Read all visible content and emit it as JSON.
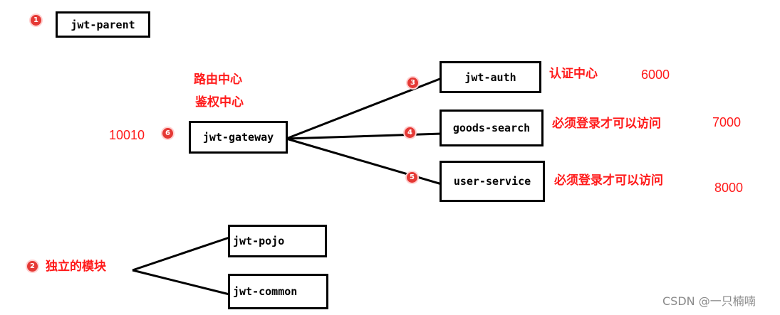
{
  "nodes": {
    "parent": "jwt-parent",
    "gateway": "jwt-gateway",
    "auth": "jwt-auth",
    "search": "goods-search",
    "user_service": "user-service",
    "pojo": "jwt-pojo",
    "common": "jwt-common"
  },
  "badges": {
    "parent": "1",
    "independent": "2",
    "auth": "3",
    "search": "4",
    "user_service": "5",
    "gateway": "6"
  },
  "annotations": {
    "gateway_role_1": "路由中心",
    "gateway_role_2": "鉴权中心",
    "auth_desc": "认证中心",
    "search_desc": "必须登录才可以访问",
    "user_service_desc": "必须登录才可以访问",
    "independent_desc": "独立的模块"
  },
  "ports": {
    "gateway": "10010",
    "auth": "6000",
    "search": "7000",
    "user_service": "8000"
  },
  "colors": {
    "annotation": "#ff1a1a",
    "badge": "#e53935",
    "node_border": "#000000",
    "watermark": "#8a8a8a"
  },
  "watermark": "CSDN @一只楠喃"
}
